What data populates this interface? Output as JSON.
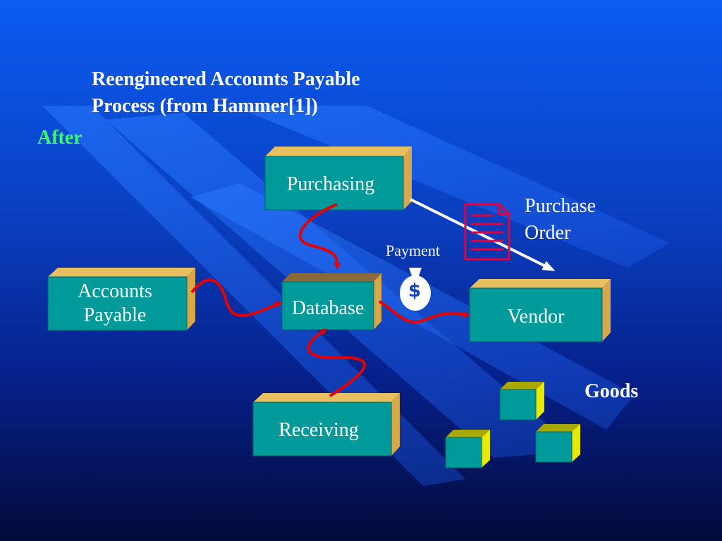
{
  "title": {
    "line1": "Reengineered Accounts Payable",
    "line2": "Process (from Hammer[1])"
  },
  "phase_label": "After",
  "nodes": {
    "purchasing": "Purchasing",
    "accounts_payable_line1": "Accounts",
    "accounts_payable_line2": "Payable",
    "database": "Database",
    "vendor": "Vendor",
    "receiving": "Receiving"
  },
  "annotations": {
    "purchase_order_line1": "Purchase",
    "purchase_order_line2": "Order",
    "payment": "Payment",
    "goods": "Goods",
    "money_symbol": "$"
  },
  "colors": {
    "box_front": "#009a9a",
    "box_top": "#e8c060",
    "box_side": "#d8a848",
    "goods_top": "#a8a800",
    "goods_side": "#e8e800",
    "flow_arrow": "#e80000",
    "po_arrow": "#ffffff",
    "after_label": "#33ff66",
    "document_icon": "#e8003a"
  },
  "icons": [
    "purchase-order-document-icon",
    "money-bag-icon",
    "goods-box-icon"
  ]
}
